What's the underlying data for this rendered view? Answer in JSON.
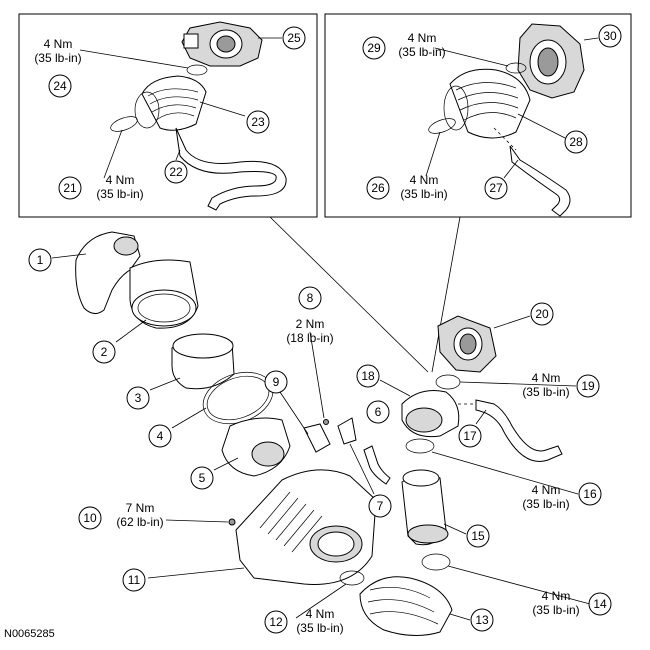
{
  "figure_code": "N0065285",
  "callouts": [
    {
      "id": "1",
      "label": "1"
    },
    {
      "id": "2",
      "label": "2"
    },
    {
      "id": "3",
      "label": "3"
    },
    {
      "id": "4",
      "label": "4"
    },
    {
      "id": "5",
      "label": "5"
    },
    {
      "id": "6",
      "label": "6"
    },
    {
      "id": "7",
      "label": "7"
    },
    {
      "id": "8",
      "label": "8"
    },
    {
      "id": "9",
      "label": "9"
    },
    {
      "id": "10",
      "label": "10"
    },
    {
      "id": "11",
      "label": "11"
    },
    {
      "id": "12",
      "label": "12"
    },
    {
      "id": "13",
      "label": "13"
    },
    {
      "id": "14",
      "label": "14"
    },
    {
      "id": "15",
      "label": "15"
    },
    {
      "id": "16",
      "label": "16"
    },
    {
      "id": "17",
      "label": "17"
    },
    {
      "id": "18",
      "label": "18"
    },
    {
      "id": "19",
      "label": "19"
    },
    {
      "id": "20",
      "label": "20"
    },
    {
      "id": "21",
      "label": "21"
    },
    {
      "id": "22",
      "label": "22"
    },
    {
      "id": "23",
      "label": "23"
    },
    {
      "id": "24",
      "label": "24"
    },
    {
      "id": "25",
      "label": "25"
    },
    {
      "id": "26",
      "label": "26"
    },
    {
      "id": "27",
      "label": "27"
    },
    {
      "id": "28",
      "label": "28"
    },
    {
      "id": "29",
      "label": "29"
    },
    {
      "id": "30",
      "label": "30"
    }
  ],
  "torque_specs": [
    {
      "id": "t24",
      "metric": "4 Nm",
      "imperial": "(35 lb-in)"
    },
    {
      "id": "t21",
      "metric": "4 Nm",
      "imperial": "(35 lb-in)"
    },
    {
      "id": "t29",
      "metric": "4 Nm",
      "imperial": "(35 lb-in)"
    },
    {
      "id": "t26",
      "metric": "4 Nm",
      "imperial": "(35 lb-in)"
    },
    {
      "id": "t8",
      "metric": "2 Nm",
      "imperial": "(18 lb-in)"
    },
    {
      "id": "t19",
      "metric": "4 Nm",
      "imperial": "(35 lb-in)"
    },
    {
      "id": "t10",
      "metric": "7 Nm",
      "imperial": "(62 lb-in)"
    },
    {
      "id": "t16",
      "metric": "4 Nm",
      "imperial": "(35 lb-in)"
    },
    {
      "id": "t14",
      "metric": "4 Nm",
      "imperial": "(35 lb-in)"
    },
    {
      "id": "t12",
      "metric": "4 Nm",
      "imperial": "(35 lb-in)"
    }
  ]
}
